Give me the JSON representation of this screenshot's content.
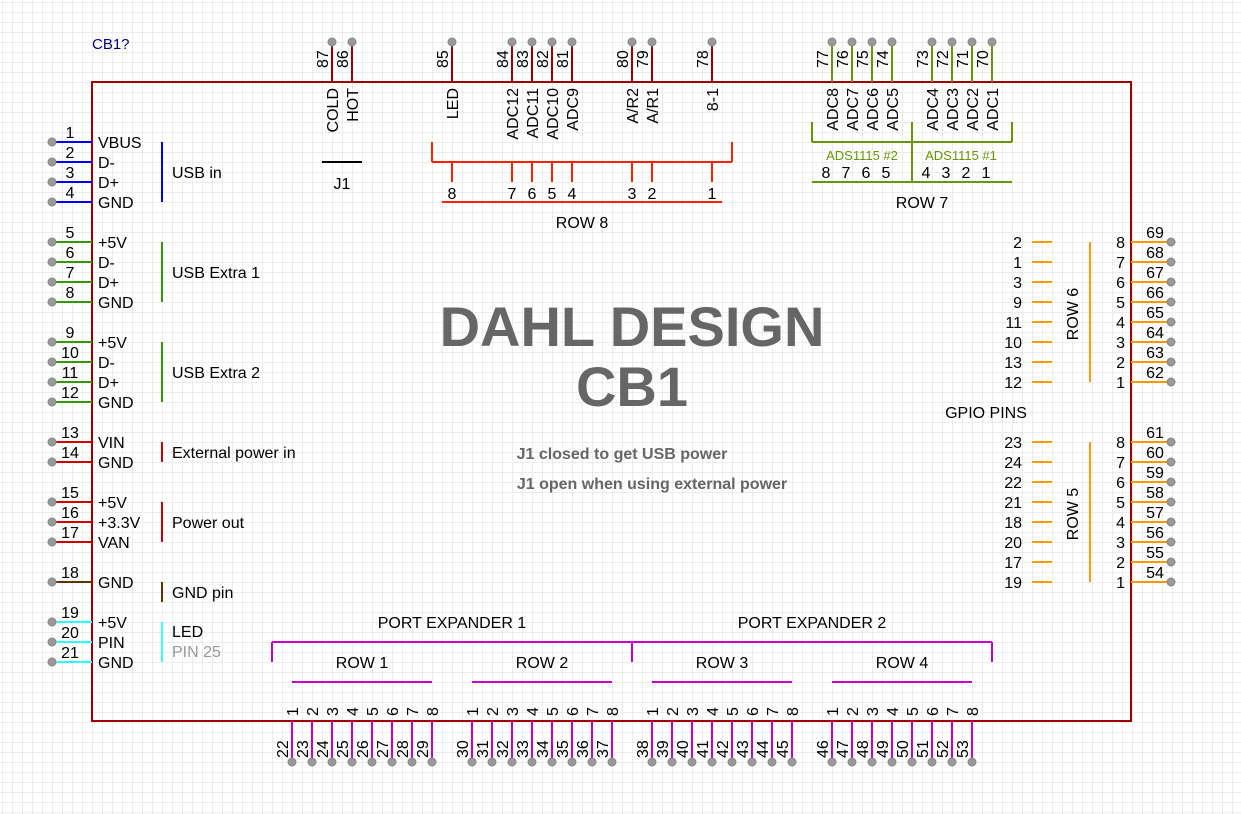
{
  "designator": "CB1?",
  "title": "DAHL DESIGN",
  "subtitle": "CB1",
  "notes": [
    "J1 closed to get USB power",
    "J1 open when using external power"
  ],
  "jumper": {
    "label": "J1"
  },
  "colors": {
    "body": "#a00000",
    "usb_in": "#0000ff",
    "usb_extra": "#339900",
    "power": "#cc0000",
    "gnd": "#663300",
    "led": "#33ffff",
    "row8": "#ff2200",
    "row7": "#669900",
    "gpio": "#ff9900",
    "expander": "#cc00cc",
    "text": "#000000",
    "title": "#666666"
  },
  "left_groups": [
    {
      "label": "USB in",
      "color": "usb_in",
      "pins": [
        {
          "num": "1",
          "name": "VBUS"
        },
        {
          "num": "2",
          "name": "D-"
        },
        {
          "num": "3",
          "name": "D+"
        },
        {
          "num": "4",
          "name": "GND"
        }
      ]
    },
    {
      "label": "USB Extra 1",
      "color": "usb_extra",
      "pins": [
        {
          "num": "5",
          "name": "+5V"
        },
        {
          "num": "6",
          "name": "D-"
        },
        {
          "num": "7",
          "name": "D+"
        },
        {
          "num": "8",
          "name": "GND"
        }
      ]
    },
    {
      "label": "USB Extra 2",
      "color": "usb_extra",
      "pins": [
        {
          "num": "9",
          "name": "+5V"
        },
        {
          "num": "10",
          "name": "D-"
        },
        {
          "num": "11",
          "name": "D+"
        },
        {
          "num": "12",
          "name": "GND"
        }
      ]
    },
    {
      "label": "External power in",
      "color": "power",
      "pins": [
        {
          "num": "13",
          "name": "VIN"
        },
        {
          "num": "14",
          "name": "GND"
        }
      ]
    },
    {
      "label": "Power out",
      "color": "power",
      "pins": [
        {
          "num": "15",
          "name": "+5V"
        },
        {
          "num": "16",
          "name": "+3.3V"
        },
        {
          "num": "17",
          "name": "VAN"
        }
      ]
    },
    {
      "label": "GND pin",
      "color": "gnd",
      "pins": [
        {
          "num": "18",
          "name": "GND"
        }
      ]
    },
    {
      "label": "LED",
      "sublabel": "PIN 25",
      "color": "led",
      "pins": [
        {
          "num": "19",
          "name": "+5V"
        },
        {
          "num": "20",
          "name": "PIN"
        },
        {
          "num": "21",
          "name": "GND"
        }
      ]
    }
  ],
  "top_pins": [
    {
      "num": "87",
      "name": "COLD"
    },
    {
      "num": "86",
      "name": "HOT"
    },
    {
      "num": "85",
      "name": "LED",
      "row": "8"
    },
    {
      "num": "84",
      "name": "ADC12",
      "row": "7"
    },
    {
      "num": "83",
      "name": "ADC11",
      "row": "6"
    },
    {
      "num": "82",
      "name": "ADC10",
      "row": "5"
    },
    {
      "num": "81",
      "name": "ADC9",
      "row": "4"
    },
    {
      "num": "80",
      "name": "A/R2",
      "row": "3"
    },
    {
      "num": "79",
      "name": "A/R1",
      "row": "2"
    },
    {
      "num": "78",
      "name": "8-1",
      "row": "1"
    },
    {
      "num": "77",
      "name": "ADC8",
      "row": "8"
    },
    {
      "num": "76",
      "name": "ADC7",
      "row": "7"
    },
    {
      "num": "75",
      "name": "ADC6",
      "row": "6"
    },
    {
      "num": "74",
      "name": "ADC5",
      "row": "5"
    },
    {
      "num": "73",
      "name": "ADC4",
      "row": "4"
    },
    {
      "num": "72",
      "name": "ADC3",
      "row": "3"
    },
    {
      "num": "71",
      "name": "ADC2",
      "row": "2"
    },
    {
      "num": "70",
      "name": "ADC1",
      "row": "1"
    }
  ],
  "row8": {
    "label": "ROW 8"
  },
  "row7": {
    "label": "ROW 7",
    "chip2": "ADS1115 #2",
    "chip1": "ADS1115 #1"
  },
  "gpio": {
    "label": "GPIO PINS",
    "rows": [
      {
        "label": "ROW 6",
        "inner": [
          "2",
          "1",
          "3",
          "9",
          "11",
          "10",
          "13",
          "12"
        ],
        "index": [
          "8",
          "7",
          "6",
          "5",
          "4",
          "3",
          "2",
          "1"
        ],
        "pins": [
          "69",
          "68",
          "67",
          "66",
          "65",
          "64",
          "63",
          "62"
        ]
      },
      {
        "label": "ROW 5",
        "inner": [
          "23",
          "24",
          "22",
          "21",
          "18",
          "20",
          "17",
          "19"
        ],
        "index": [
          "8",
          "7",
          "6",
          "5",
          "4",
          "3",
          "2",
          "1"
        ],
        "pins": [
          "61",
          "60",
          "59",
          "58",
          "57",
          "56",
          "55",
          "54"
        ]
      }
    ]
  },
  "expanders": [
    {
      "label": "PORT EXPANDER 1",
      "rows": [
        {
          "label": "ROW 1",
          "index": [
            "1",
            "2",
            "3",
            "4",
            "5",
            "6",
            "7",
            "8"
          ],
          "pins": [
            "22",
            "23",
            "24",
            "25",
            "26",
            "27",
            "28",
            "29"
          ]
        },
        {
          "label": "ROW 2",
          "index": [
            "1",
            "2",
            "3",
            "4",
            "5",
            "6",
            "7",
            "8"
          ],
          "pins": [
            "30",
            "31",
            "32",
            "33",
            "34",
            "35",
            "36",
            "37"
          ]
        }
      ]
    },
    {
      "label": "PORT EXPANDER 2",
      "rows": [
        {
          "label": "ROW 3",
          "index": [
            "1",
            "2",
            "3",
            "4",
            "5",
            "6",
            "7",
            "8"
          ],
          "pins": [
            "38",
            "39",
            "40",
            "41",
            "42",
            "43",
            "44",
            "45"
          ]
        },
        {
          "label": "ROW 4",
          "index": [
            "1",
            "2",
            "3",
            "4",
            "5",
            "6",
            "7",
            "8"
          ],
          "pins": [
            "46",
            "47",
            "48",
            "49",
            "50",
            "51",
            "52",
            "53"
          ]
        }
      ]
    }
  ]
}
